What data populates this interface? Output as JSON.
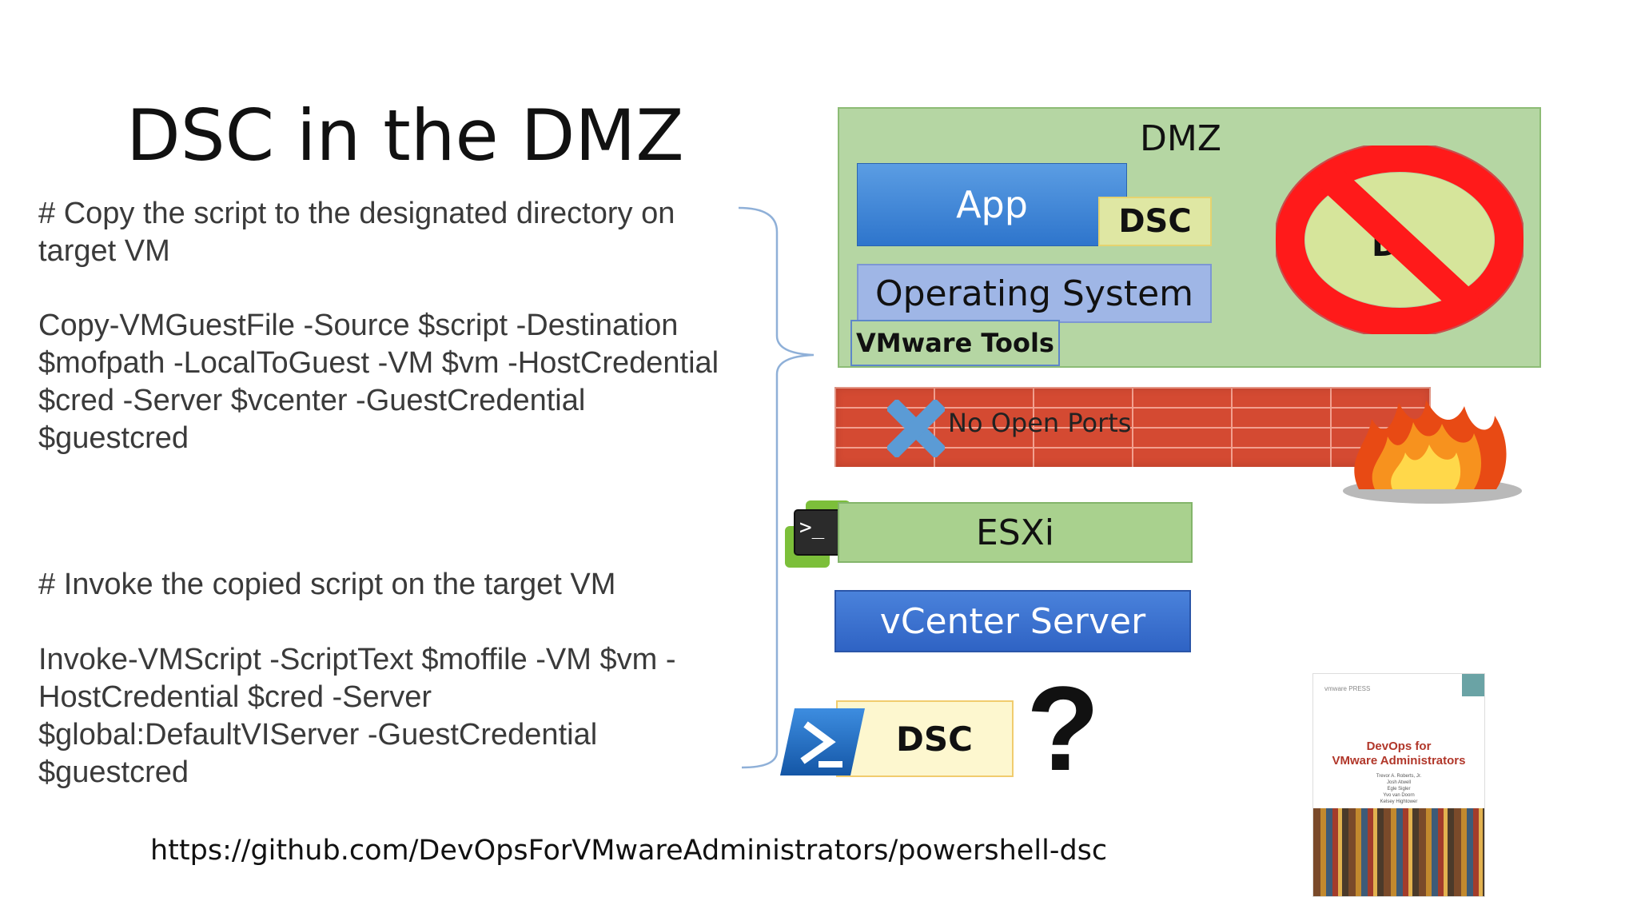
{
  "slide": {
    "title": "DSC in the DMZ",
    "code_blocks": [
      {
        "comment": "# Copy the script to the designated directory on target VM",
        "command": "Copy-VMGuestFile -Source $script -Destination $mofpath -LocalToGuest -VM $vm -HostCredential $cred -Server $vcenter -GuestCredential $guestcred"
      },
      {
        "comment": "# Invoke the copied script on the target VM",
        "command": "Invoke-VMScript -ScriptText $moffile -VM $vm -HostCredential $cred -Server $global:DefaultVIServer -GuestCredential $guestcred"
      }
    ],
    "url": "https://github.com/DevOpsForVMwareAdministrators/powershell-dsc"
  },
  "diagram": {
    "dmz_label": "DMZ",
    "app_label": "App",
    "dsc_dmz_label": "DSC",
    "os_label": "Operating System",
    "vmware_tools_label": "VMware Tools",
    "firewall_label": "No Open Ports",
    "esxi_label": "ESXi",
    "vcenter_label": "vCenter Server",
    "dsc_bottom_label": "DSC",
    "question_mark": "?",
    "colors": {
      "dmz_bg": "#b5d6a3",
      "app_bg": "#3b82d8",
      "os_bg": "#9fb6e6",
      "firewall_brick": "#d44a32",
      "prohibition_red": "#ff0000",
      "x_blue": "#5b9bd5"
    }
  },
  "book": {
    "press": "vmware PRESS",
    "title_line1": "DevOps for",
    "title_line2": "VMware Administrators",
    "authors": [
      "Trevor A. Roberts, Jr.",
      "Josh Atwell",
      "Egle Sigler",
      "Yvo van Doorn",
      "Kelsey Hightower"
    ]
  }
}
